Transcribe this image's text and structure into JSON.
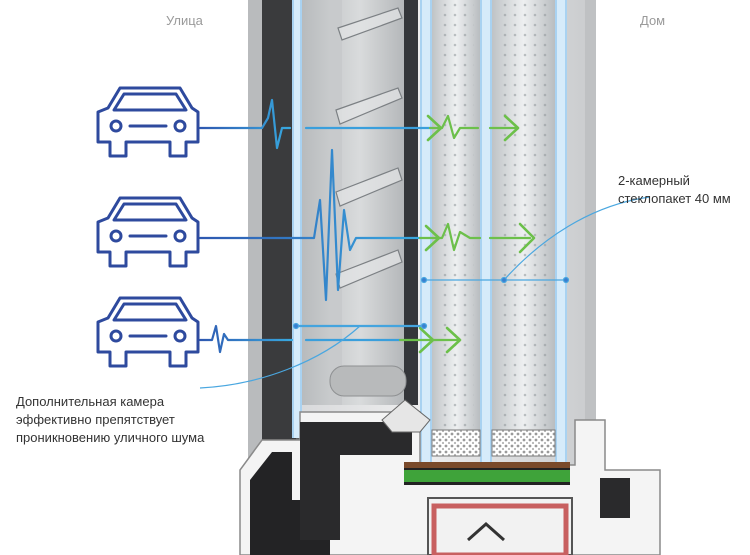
{
  "labels": {
    "street": "Улица",
    "home": "Дом",
    "glazing_line1": "2-камерный",
    "glazing_line2": "стеклопакет 40 мм",
    "chamber_line1": "Дополнительная камера",
    "chamber_line2": "эффективно препятствует",
    "chamber_line3": "проникновению уличного шума"
  },
  "colors": {
    "car_outline": "#2e4a9e",
    "sound_line": "#3a8fd0",
    "sound_reduced": "#6cc04a",
    "glass_edge": "#8ec3ec",
    "frame_dark": "#1e1e1e",
    "frame_white": "#f2f2f2",
    "seal_green": "#3fa33a",
    "reinforcement": "#c86060"
  },
  "icons": [
    "car-icon",
    "sound-wave-icon",
    "arrow-right-icon"
  ]
}
